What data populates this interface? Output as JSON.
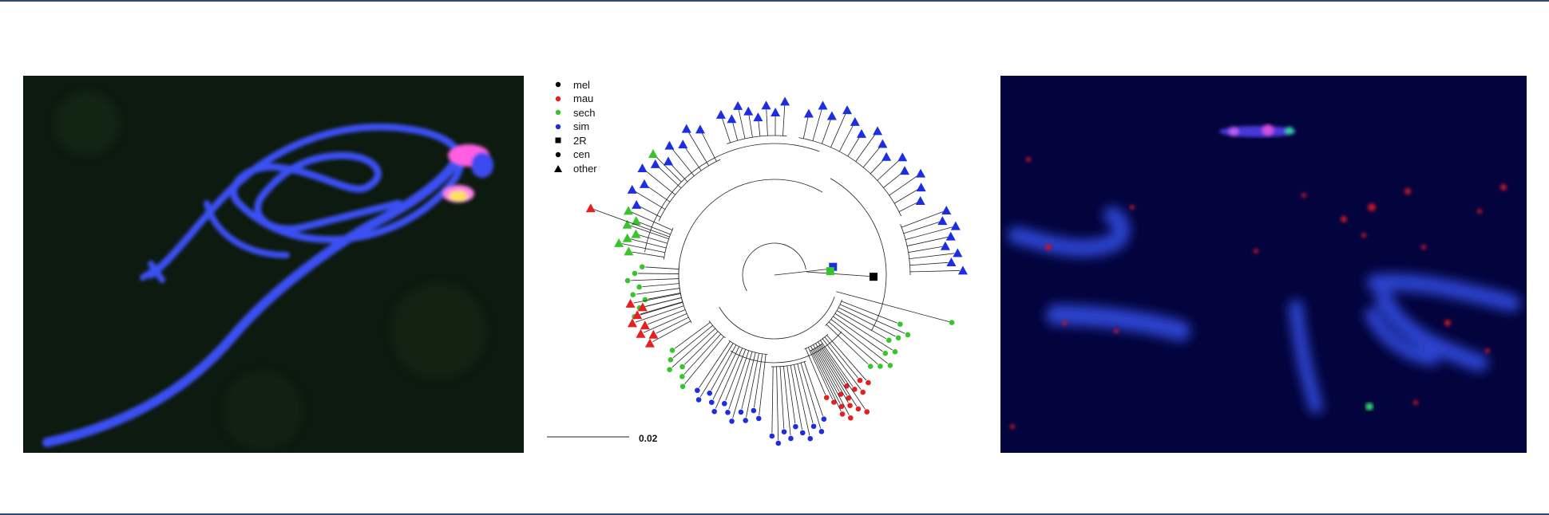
{
  "figure": {
    "frame_color": "#2c4a7c",
    "left_image": {
      "description_icon": "chromosome-fluorescence",
      "colors": {
        "dna": "#3a4cf0",
        "probe_magenta": "#ff5fe0",
        "probe_yellow": "#ffe060",
        "background": "#0e1a10"
      }
    },
    "tree": {
      "legend": [
        {
          "label": "mel",
          "marker": "dot",
          "color": "#000000"
        },
        {
          "label": "mau",
          "marker": "dot",
          "color": "#e52020"
        },
        {
          "label": "sech",
          "marker": "dot",
          "color": "#39c42b"
        },
        {
          "label": "sim",
          "marker": "dot",
          "color": "#1c2ee0"
        },
        {
          "label": "2R",
          "marker": "square",
          "color": "#000000"
        },
        {
          "label": "cen",
          "marker": "dot",
          "color": "#000000"
        },
        {
          "label": "other",
          "marker": "triangle",
          "color": "#000000"
        }
      ],
      "scale_label": "0.02",
      "species_colors": {
        "mel": "#000000",
        "mau": "#e52020",
        "sech": "#39c42b",
        "sim": "#1c2ee0"
      }
    },
    "right_image": {
      "description_icon": "chromosome-fish-spread",
      "colors": {
        "background": "#03043d",
        "dna": "#2f47d6",
        "probe_red": "#c0182c",
        "probe_green": "#2fd06a"
      }
    }
  }
}
